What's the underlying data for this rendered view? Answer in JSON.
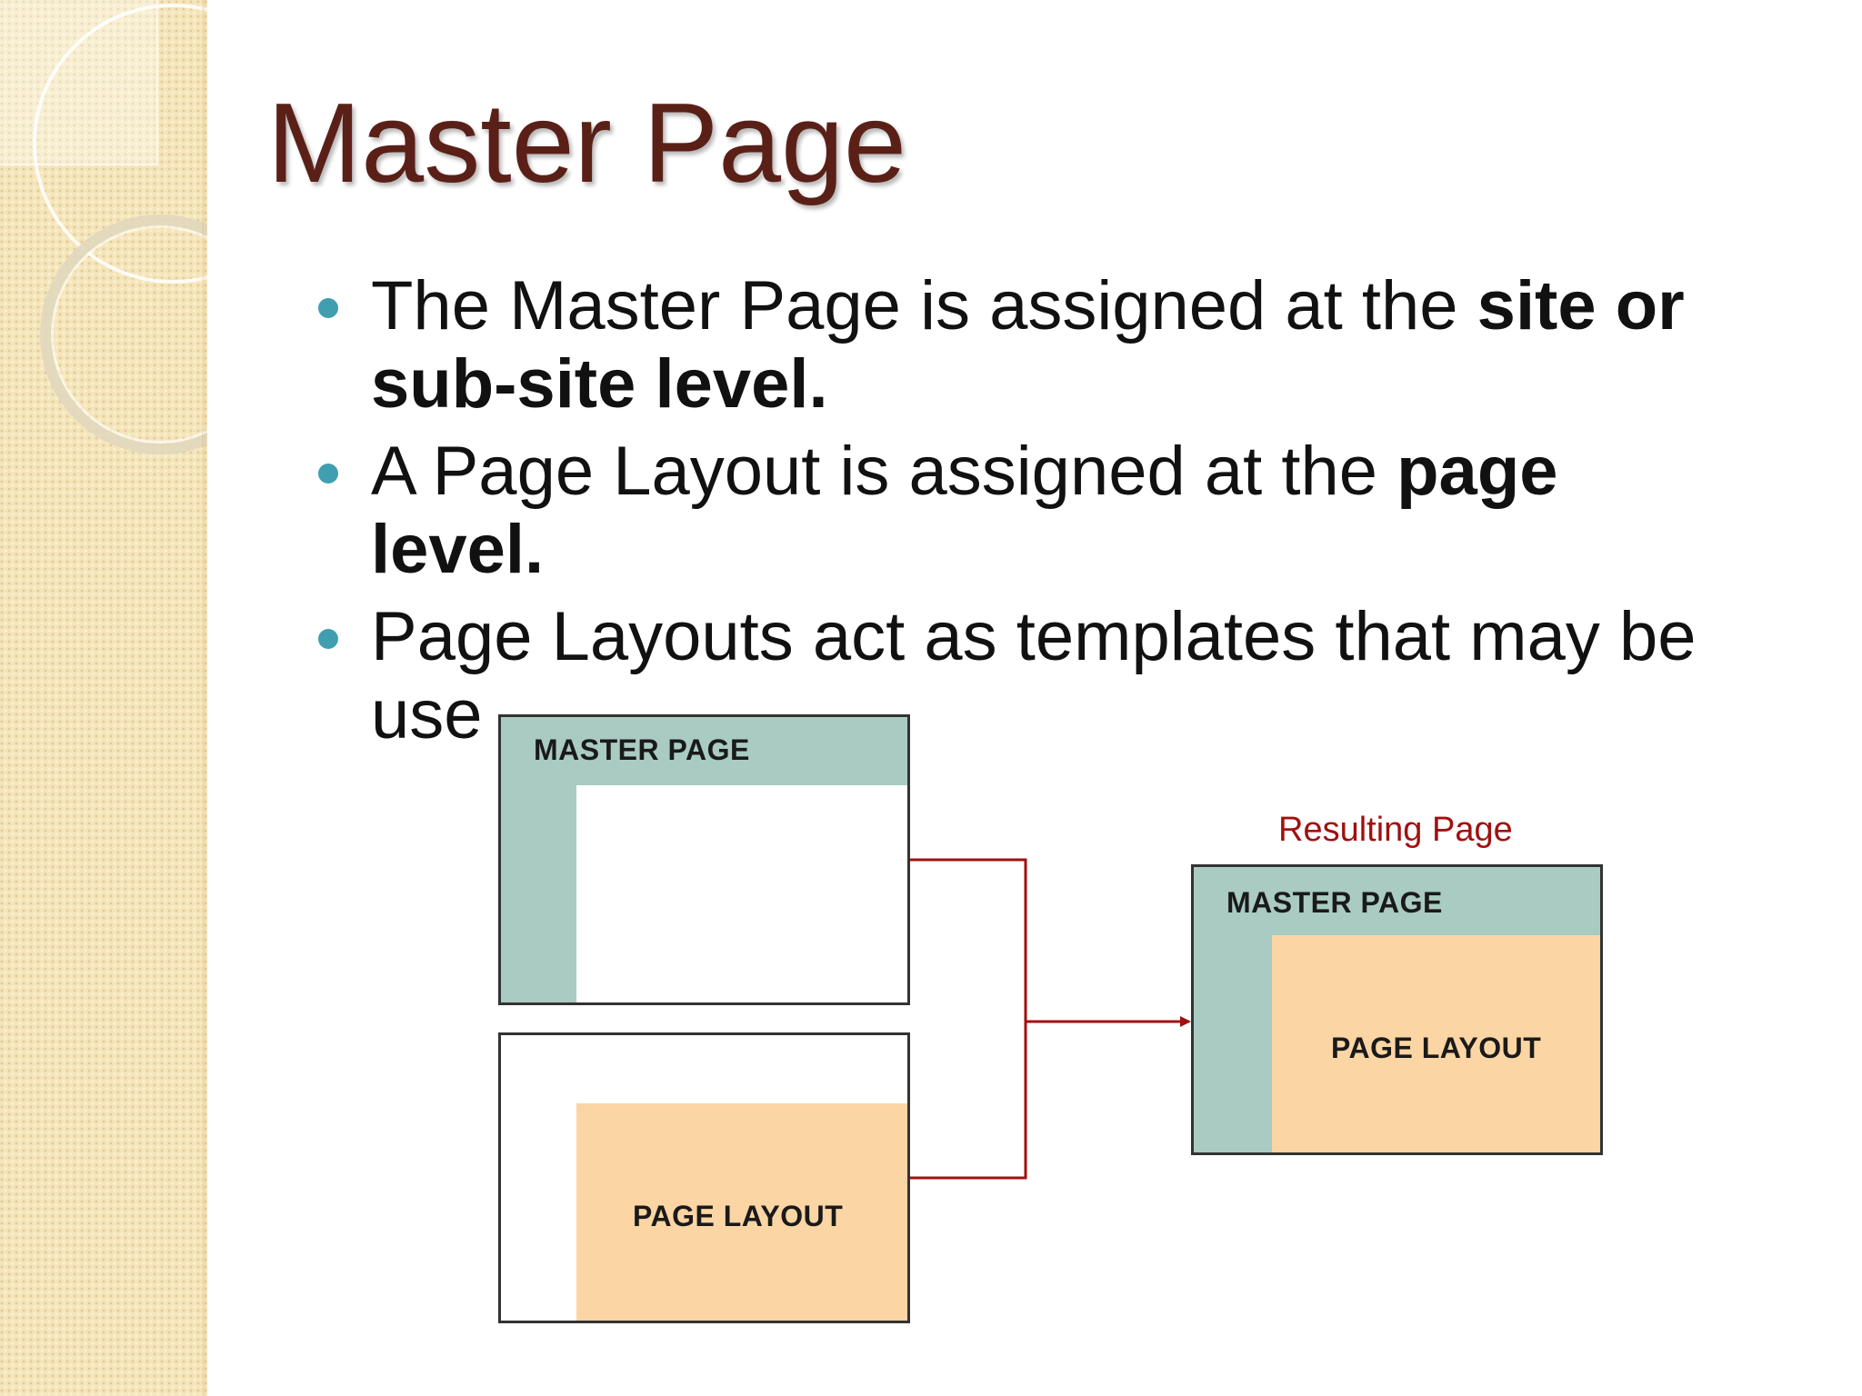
{
  "slide": {
    "title": "Master Page",
    "bullets": [
      {
        "normal": "The Master Page is assigned at the ",
        "bold": "site or sub-site level."
      },
      {
        "normal": "A Page Layout is assigned at the ",
        "bold": "page level."
      },
      {
        "normal": "Page Layouts act as templates that may be use",
        "bold": ""
      }
    ]
  },
  "diagram": {
    "master_box_label": "MASTER PAGE",
    "layout_box_label": "PAGE LAYOUT",
    "result_caption": "Resulting Page",
    "result_master_label": "MASTER PAGE",
    "result_layout_label": "PAGE LAYOUT",
    "colors": {
      "title": "#5a2018",
      "bullet": "#3f9fb1",
      "master_fill": "#a9cbc2",
      "layout_fill": "#fcd5a4",
      "connector": "#a01010"
    }
  }
}
